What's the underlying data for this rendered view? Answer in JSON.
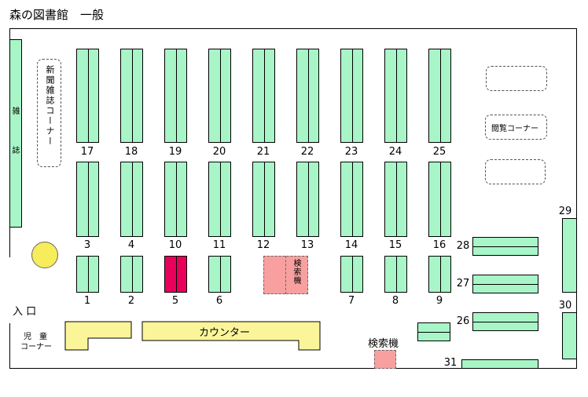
{
  "title": "森の図書館　一般",
  "labels": {
    "magazine": "雑誌",
    "newspaper_corner": "新聞雑誌コーナー",
    "reading_corner": "閲覧コーナー",
    "entrance": "入 口",
    "children_line1": "児　童",
    "children_line2": "コーナー",
    "counter": "カウンター",
    "search_terminal": "検索機",
    "search_terminal_vertical": "検索機"
  },
  "shelves": {
    "row_top": [
      "17",
      "18",
      "19",
      "20",
      "21",
      "22",
      "23",
      "24",
      "25"
    ],
    "row_mid": [
      "3",
      "4",
      "10",
      "11",
      "12",
      "13",
      "14",
      "15",
      "16"
    ],
    "row_bottom_left": [
      "1",
      "2",
      "5",
      "6"
    ],
    "row_bottom_right": [
      "7",
      "8",
      "9"
    ],
    "right_side": [
      "28",
      "27",
      "26",
      "31"
    ],
    "far_right": [
      "29",
      "30"
    ]
  },
  "colors": {
    "shelf": "#a8f5c8",
    "highlight_shelf": "#e8005a",
    "search_terminal": "#f8a0a0",
    "counter": "#fbf59a"
  }
}
